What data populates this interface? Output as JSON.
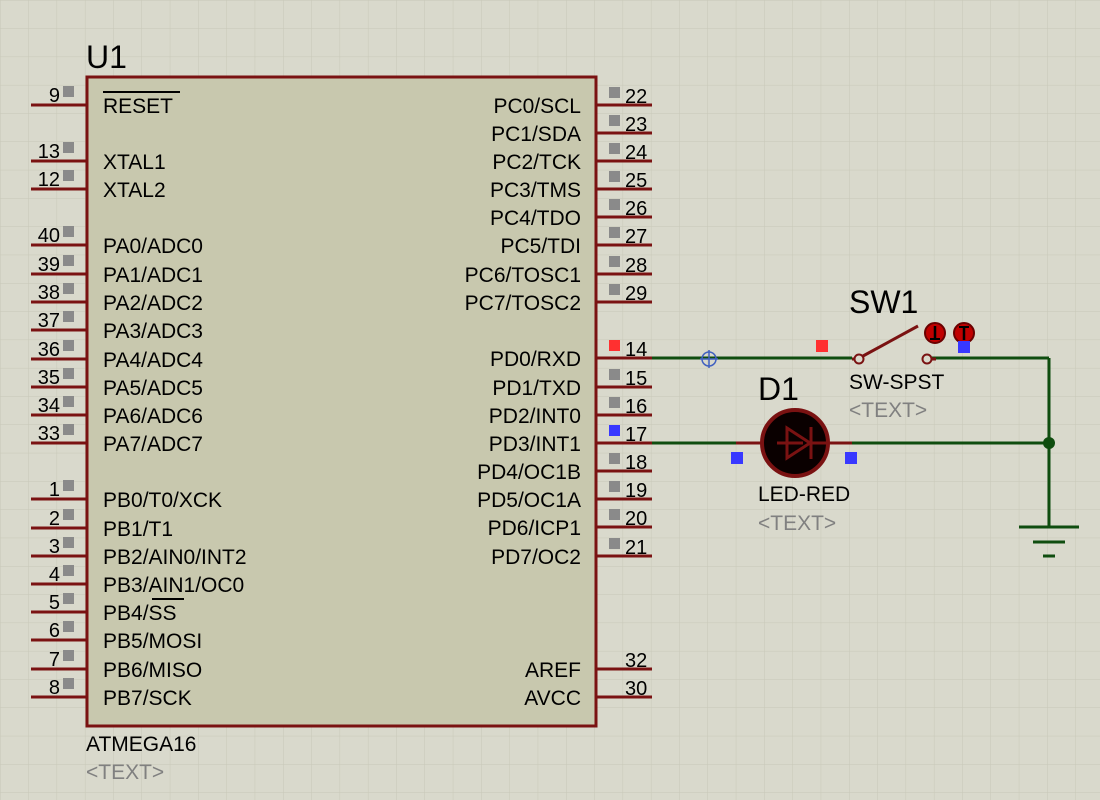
{
  "u1": {
    "ref": "U1",
    "part": "ATMEGA16",
    "text_placeholder": "<TEXT>",
    "left_pins": [
      {
        "num": "9",
        "name": "RESET"
      },
      {
        "num": "13",
        "name": "XTAL1"
      },
      {
        "num": "12",
        "name": "XTAL2"
      },
      {
        "num": "40",
        "name": "PA0/ADC0"
      },
      {
        "num": "39",
        "name": "PA1/ADC1"
      },
      {
        "num": "38",
        "name": "PA2/ADC2"
      },
      {
        "num": "37",
        "name": "PA3/ADC3"
      },
      {
        "num": "36",
        "name": "PA4/ADC4"
      },
      {
        "num": "35",
        "name": "PA5/ADC5"
      },
      {
        "num": "34",
        "name": "PA6/ADC6"
      },
      {
        "num": "33",
        "name": "PA7/ADC7"
      },
      {
        "num": "1",
        "name": "PB0/T0/XCK"
      },
      {
        "num": "2",
        "name": "PB1/T1"
      },
      {
        "num": "3",
        "name": "PB2/AIN0/INT2"
      },
      {
        "num": "4",
        "name": "PB3/AIN1/OC0"
      },
      {
        "num": "5",
        "name": "PB4/SS"
      },
      {
        "num": "6",
        "name": "PB5/MOSI"
      },
      {
        "num": "7",
        "name": "PB6/MISO"
      },
      {
        "num": "8",
        "name": "PB7/SCK"
      }
    ],
    "right_pins": [
      {
        "num": "22",
        "name": "PC0/SCL"
      },
      {
        "num": "23",
        "name": "PC1/SDA"
      },
      {
        "num": "24",
        "name": "PC2/TCK"
      },
      {
        "num": "25",
        "name": "PC3/TMS"
      },
      {
        "num": "26",
        "name": "PC4/TDO"
      },
      {
        "num": "27",
        "name": "PC5/TDI"
      },
      {
        "num": "28",
        "name": "PC6/TOSC1"
      },
      {
        "num": "29",
        "name": "PC7/TOSC2"
      },
      {
        "num": "14",
        "name": "PD0/RXD"
      },
      {
        "num": "15",
        "name": "PD1/TXD"
      },
      {
        "num": "16",
        "name": "PD2/INT0"
      },
      {
        "num": "17",
        "name": "PD3/INT1"
      },
      {
        "num": "18",
        "name": "PD4/OC1B"
      },
      {
        "num": "19",
        "name": "PD5/OC1A"
      },
      {
        "num": "20",
        "name": "PD6/ICP1"
      },
      {
        "num": "21",
        "name": "PD7/OC2"
      },
      {
        "num": "32",
        "name": "AREF"
      },
      {
        "num": "30",
        "name": "AVCC"
      }
    ]
  },
  "sw1": {
    "ref": "SW1",
    "part": "SW-SPST",
    "text_placeholder": "<TEXT>"
  },
  "d1": {
    "ref": "D1",
    "part": "LED-RED",
    "text_placeholder": "<TEXT>"
  },
  "colors": {
    "background": "#d9d9cc",
    "grid": "#c8c8b8",
    "body_fill": "#c8c8ae",
    "component": "#7a1212",
    "wire": "#0f4d0f",
    "label": "#000000",
    "placeholder": "#808080",
    "pin_marker": "#8a8a8a",
    "marker_red": "#ff3030",
    "marker_blue": "#3838ff",
    "led_fill": "#0a0000"
  }
}
